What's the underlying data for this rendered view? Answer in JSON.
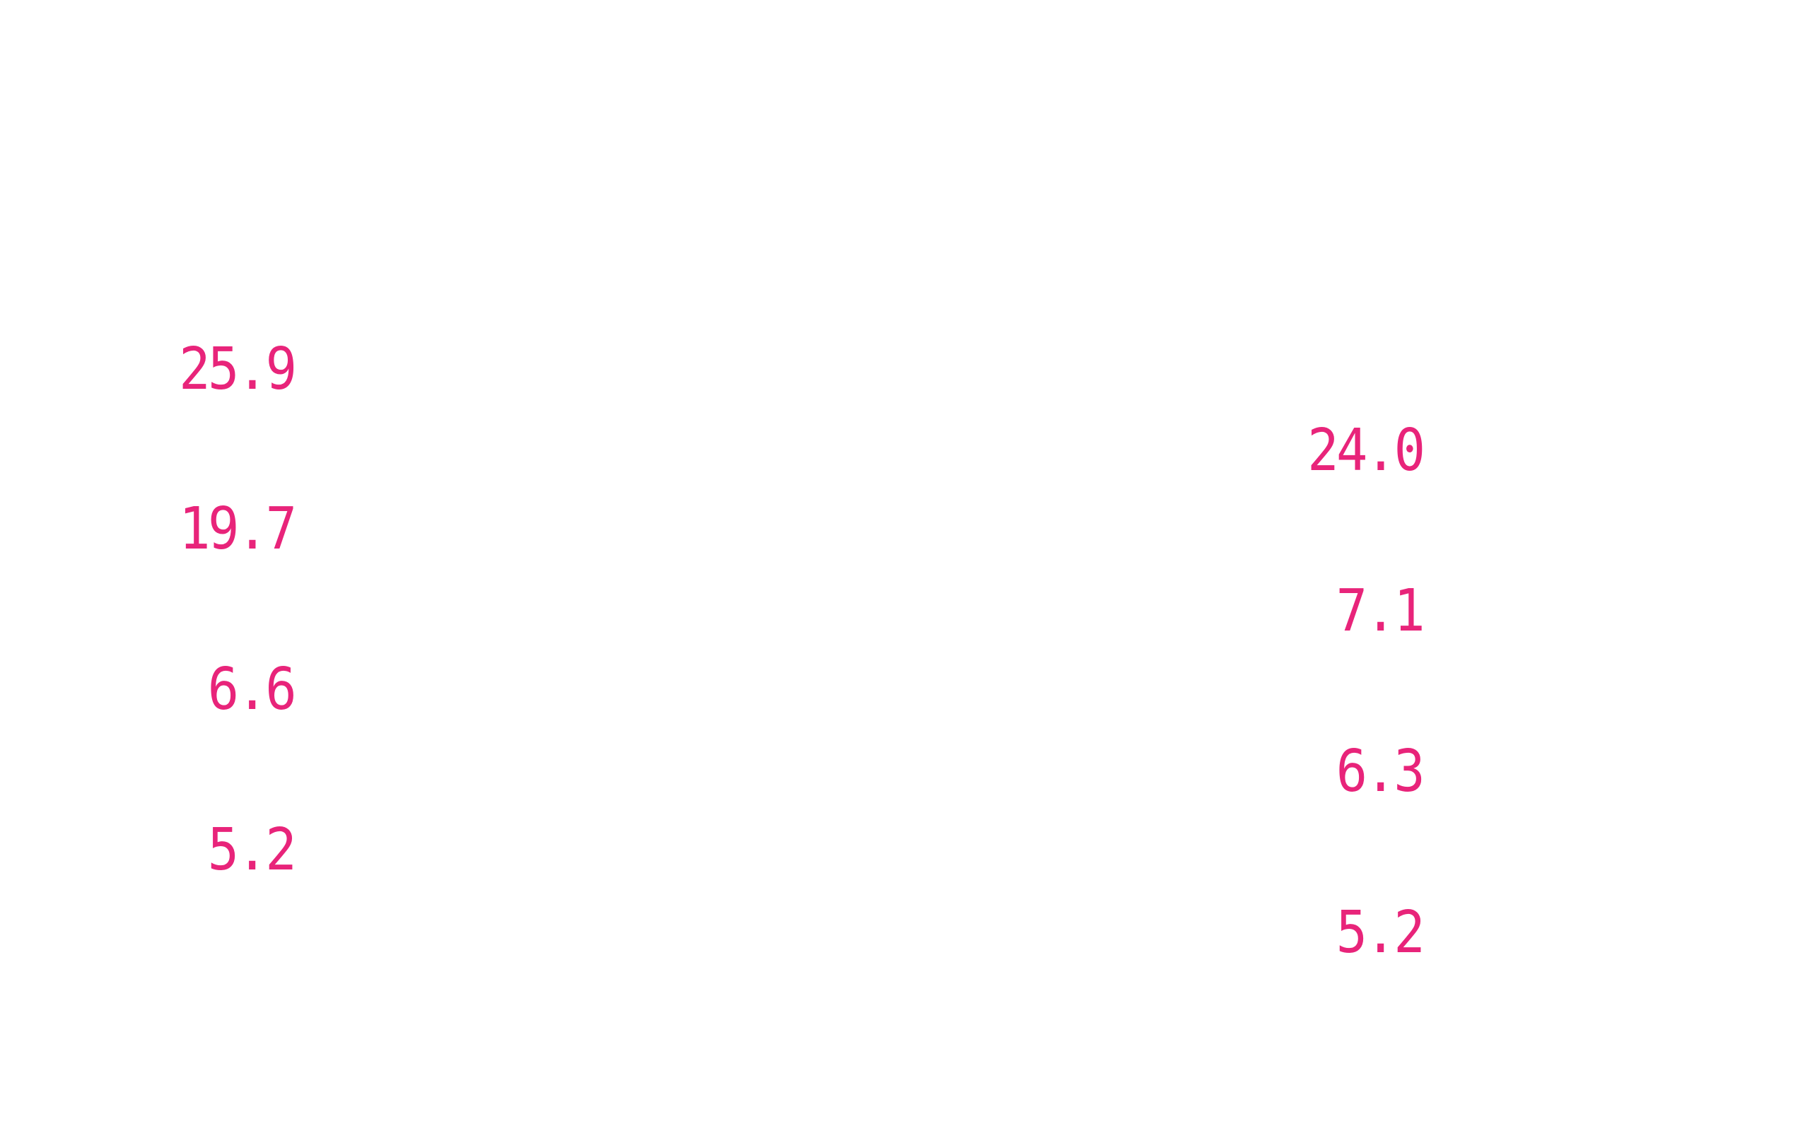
{
  "display_color": "#E8247A",
  "left_column": {
    "values": [
      "25.9",
      "19.7",
      "6.6",
      "5.2"
    ]
  },
  "right_column": {
    "values": [
      "24.0",
      "7.1",
      "6.3",
      "5.2"
    ]
  }
}
